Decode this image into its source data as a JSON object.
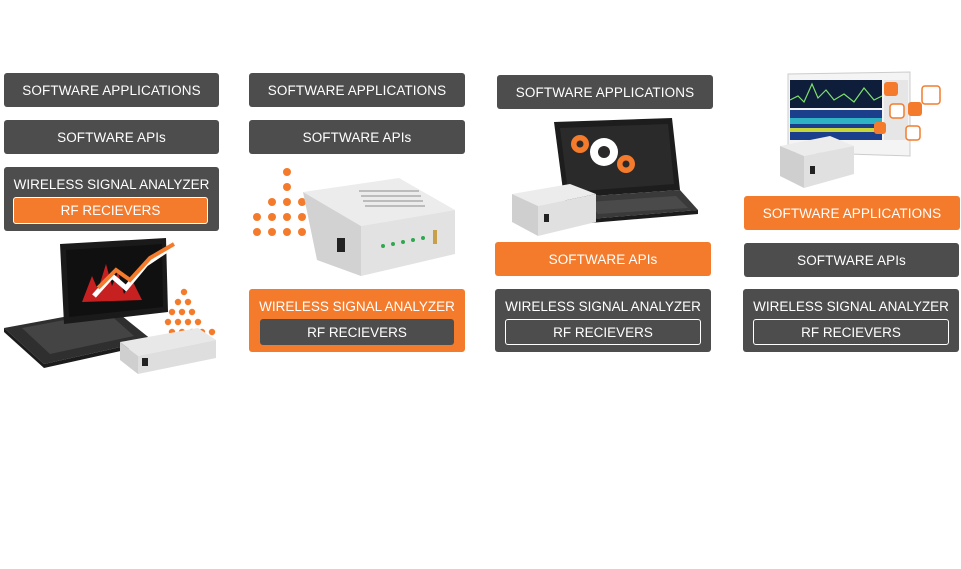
{
  "colors": {
    "dark": "#4d4d4d",
    "accent": "#f47b2b",
    "background": "#ffffff"
  },
  "col1": {
    "software_applications": "SOFTWARE APPLICATIONS",
    "software_apis": "SOFTWARE APIs",
    "analyzer": "WIRELESS SIGNAL ANALYZER",
    "receivers": "RF RECIEVERS",
    "highlight": "receivers",
    "illustration": "laptop-spectrum-with-analyzer-icon"
  },
  "col2": {
    "software_applications": "SOFTWARE APPLICATIONS",
    "software_apis": "SOFTWARE APIs",
    "analyzer": "WIRELESS SIGNAL ANALYZER",
    "receivers": "RF RECIEVERS",
    "highlight": "analyzer",
    "illustration": "signal-analyzer-device-icon"
  },
  "col3": {
    "software_applications": "SOFTWARE APPLICATIONS",
    "software_apis": "SOFTWARE APIs",
    "analyzer": "WIRELESS SIGNAL ANALYZER",
    "receivers": "RF RECIEVERS",
    "highlight": "software_apis",
    "illustration": "laptop-gears-with-analyzer-icon"
  },
  "col4": {
    "software_applications": "SOFTWARE APPLICATIONS",
    "software_apis": "SOFTWARE APIs",
    "analyzer": "WIRELESS SIGNAL ANALYZER",
    "receivers": "RF RECIEVERS",
    "highlight": "software_applications",
    "illustration": "spectrum-software-window-with-analyzer-icon"
  }
}
